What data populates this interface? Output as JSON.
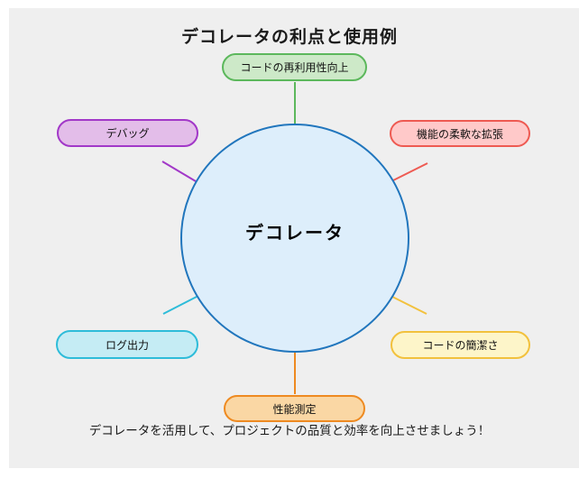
{
  "diagram": {
    "title": "デコレータの利点と使用例",
    "background_color": "#efefef",
    "center": {
      "label": "デコレータ",
      "fill": "#ddeefb",
      "border": "#2176bd"
    },
    "nodes": [
      {
        "id": "reusability",
        "label": "コードの再利用性向上",
        "fill": "#cde9c8",
        "border": "#5cb85c",
        "position": "top"
      },
      {
        "id": "debug",
        "label": "デバッグ",
        "fill": "#e3bde9",
        "border": "#a238c8",
        "position": "upper-left"
      },
      {
        "id": "extension",
        "label": "機能の柔軟な拡張",
        "fill": "#ffc9c9",
        "border": "#ee5a52",
        "position": "upper-right"
      },
      {
        "id": "logging",
        "label": "ログ出力",
        "fill": "#c5ecf4",
        "border": "#2ebcd9",
        "position": "lower-left"
      },
      {
        "id": "conciseness",
        "label": "コードの簡潔さ",
        "fill": "#fdf5c9",
        "border": "#f2c13d",
        "position": "lower-right"
      },
      {
        "id": "performance",
        "label": "性能測定",
        "fill": "#fad7a4",
        "border": "#ee8a21",
        "position": "bottom"
      }
    ],
    "footer": "デコレータを活用して、プロジェクトの品質と効率を向上させましょう！"
  }
}
